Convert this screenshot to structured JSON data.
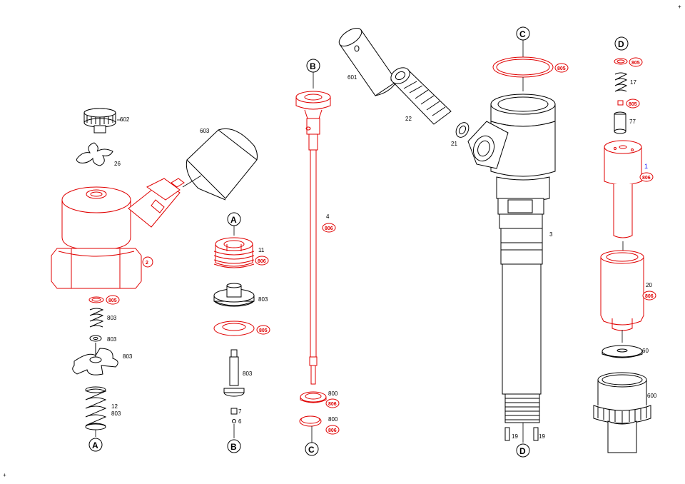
{
  "colors": {
    "highlight": "#e00000",
    "outline": "#000000",
    "blue_label": "#1a1aff",
    "background": "#ffffff"
  },
  "refs": {
    "A": "A",
    "B": "B",
    "C": "C",
    "D": "D"
  },
  "badges": {
    "b805": "805",
    "b806": "806",
    "b2": "2"
  },
  "labels": {
    "l602": "602",
    "l603": "603",
    "l26": "26",
    "l803": "803",
    "l12": "12",
    "l11": "11",
    "l7": "7",
    "l6": "6",
    "l4": "4",
    "l800": "800",
    "l601": "601",
    "l22": "22",
    "l21": "21",
    "l3": "3",
    "l19": "19",
    "l17": "17",
    "l77": "77",
    "l1": "1",
    "l20": "20",
    "l60": "60",
    "l600": "600"
  },
  "corner_marks": {
    "plus": "+"
  }
}
